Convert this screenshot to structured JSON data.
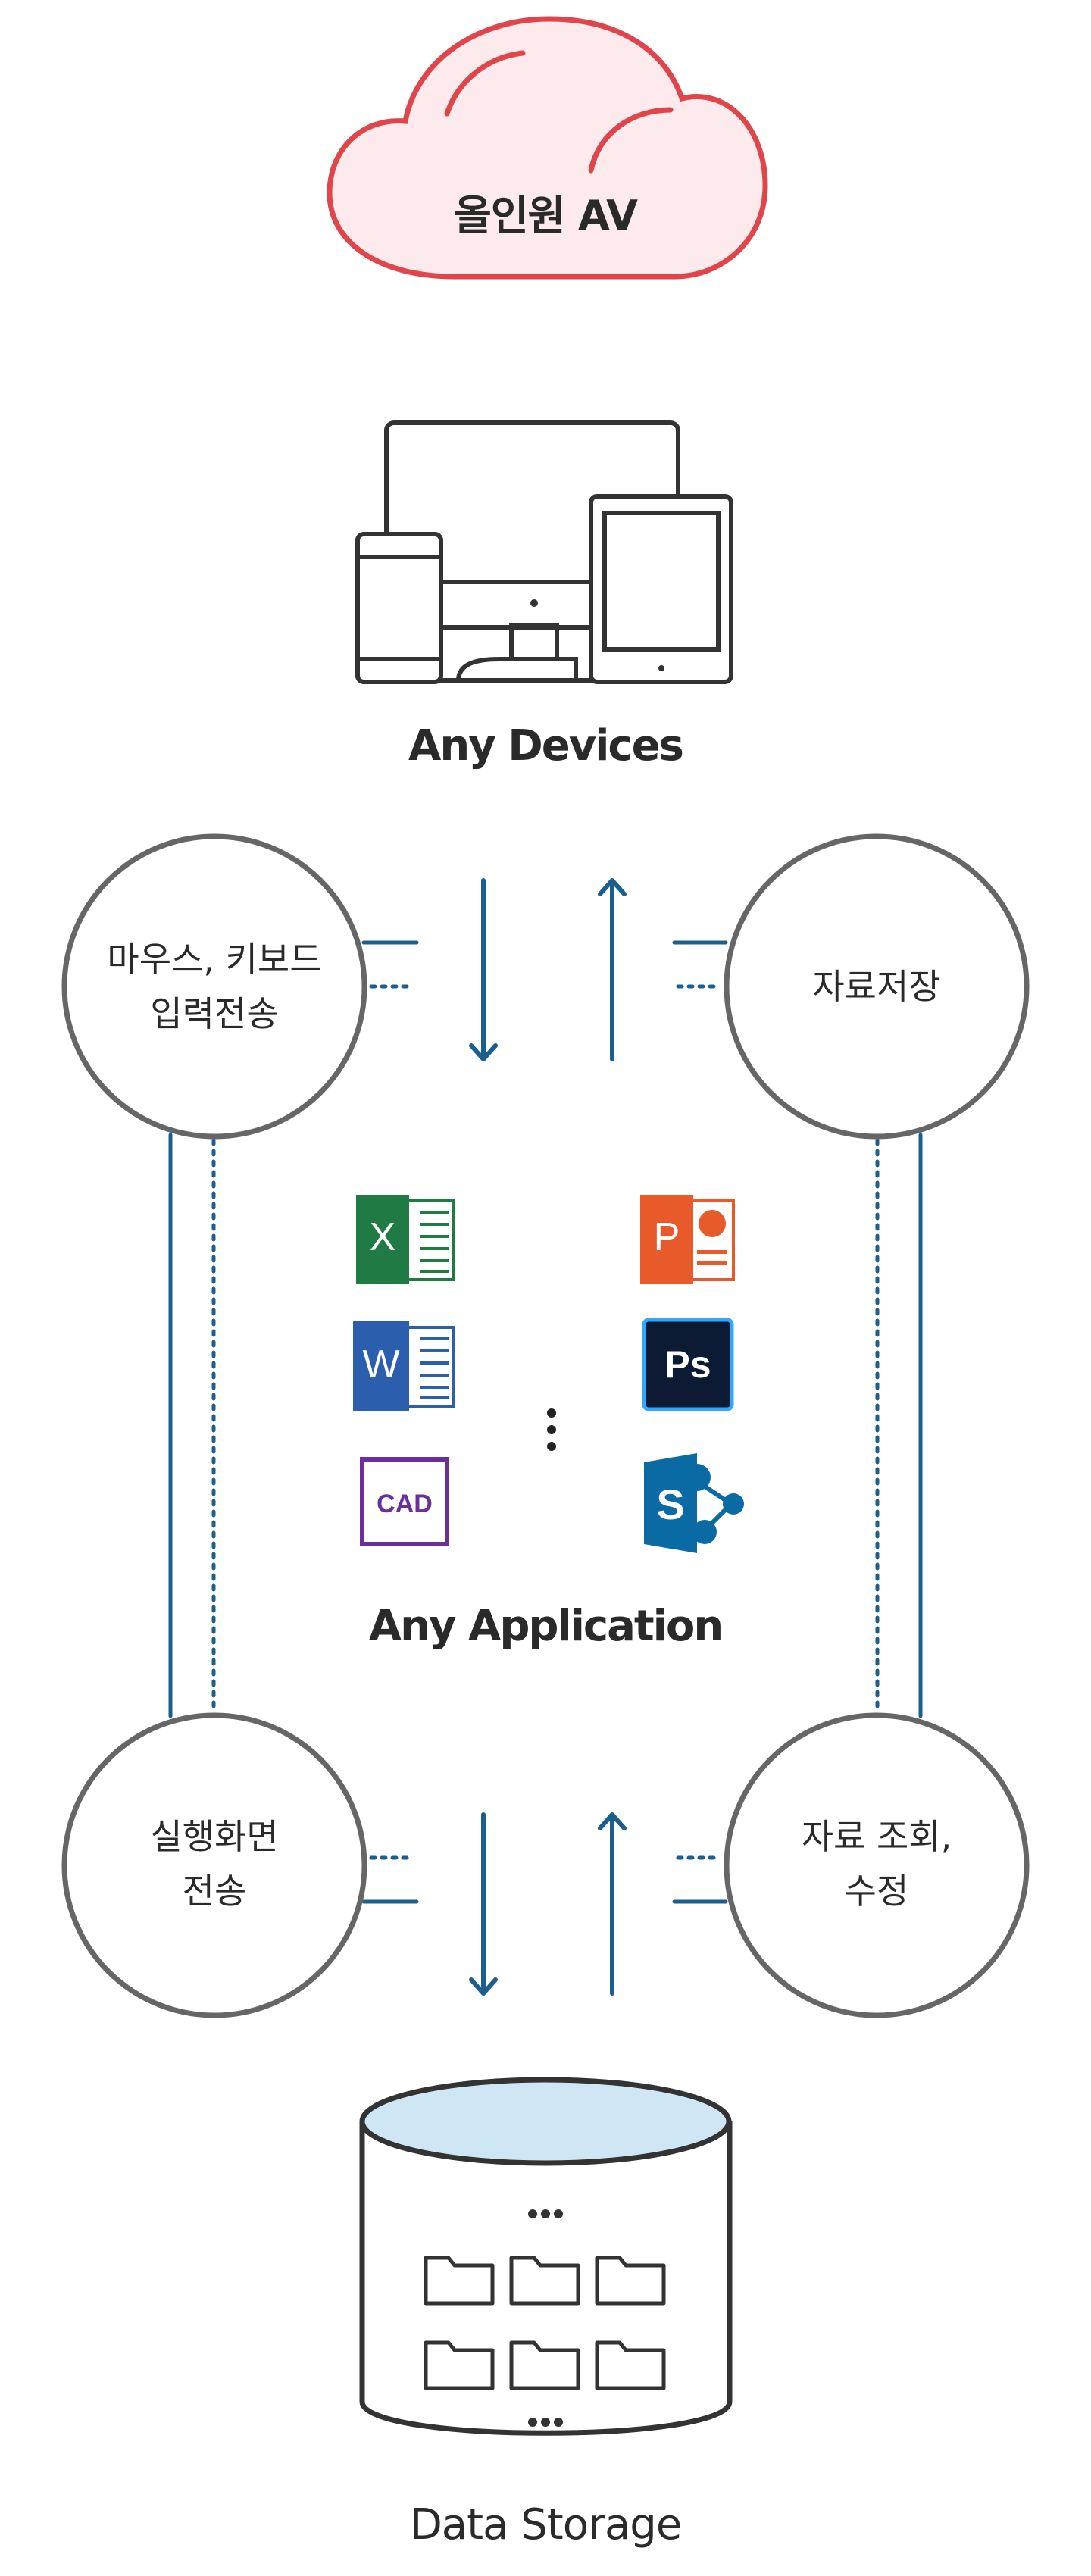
{
  "cloud": {
    "label": "올인원 AV"
  },
  "devices": {
    "label": "Any Devices"
  },
  "circles": {
    "input": {
      "line1": "마우스, 키보드",
      "line2": "입력전송"
    },
    "save": {
      "line1": "자료저장"
    },
    "screen": {
      "line1": "실행화면",
      "line2": "전송"
    },
    "query": {
      "line1": "자료 조회,",
      "line2": "수정"
    }
  },
  "applications": {
    "label": "Any Application",
    "icons": {
      "excel": "X",
      "powerpoint": "P",
      "word": "W",
      "photoshop": "Ps",
      "cad": "CAD",
      "sharepoint": "S"
    }
  },
  "storage": {
    "label": "Data Storage"
  },
  "colors": {
    "cloud_stroke": "#e0454b",
    "cloud_fill": "#fdeaec",
    "connector": "#1a5f8e",
    "circle_stroke": "#666666",
    "storage_top": "#cfe6f5",
    "excel": "#1f7a44",
    "powerpoint": "#e85a2a",
    "word": "#2b5fad",
    "photoshop": "#0c1a33",
    "cad": "#6b2f9b",
    "sharepoint": "#0a6aa3"
  }
}
